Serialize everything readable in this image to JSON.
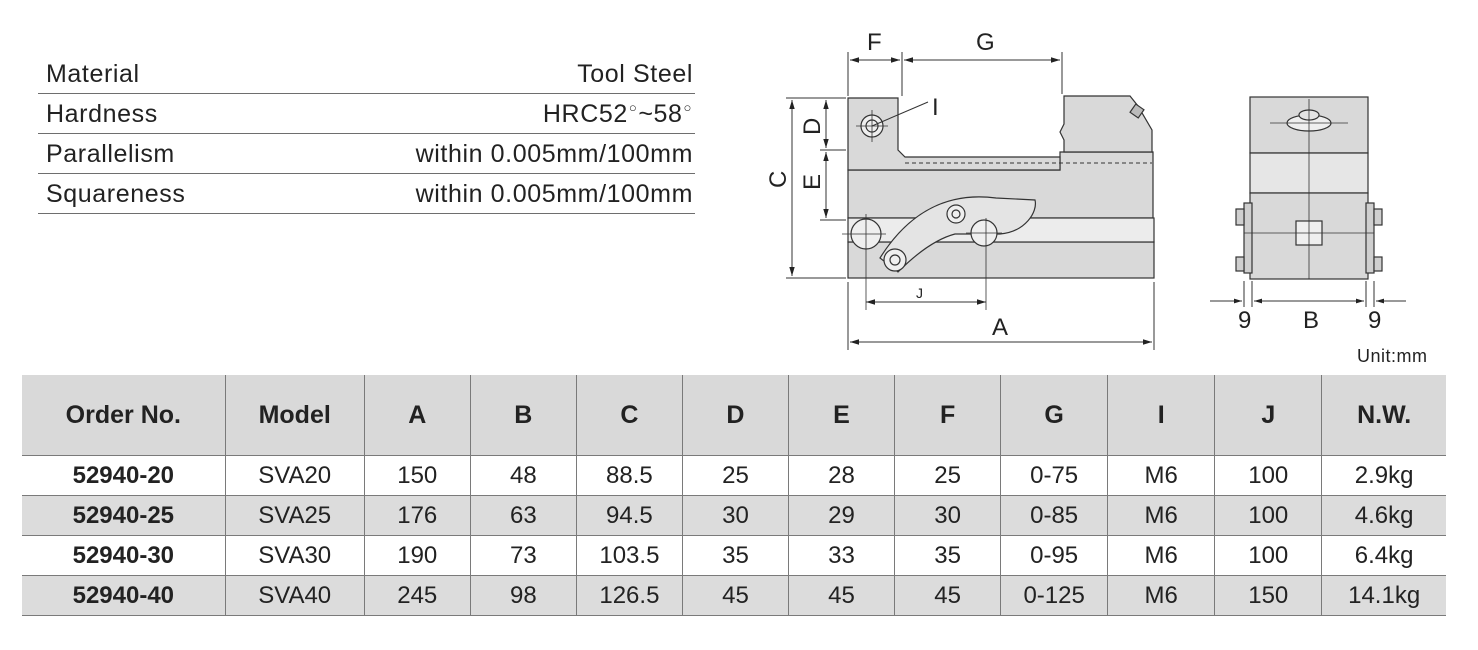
{
  "specs": [
    {
      "label": "Material",
      "value": "Tool Steel"
    },
    {
      "label": "Hardness",
      "value_prefix": "HRC52",
      "value_mid": "~58"
    },
    {
      "label": "Parallelism",
      "value": "within 0.005mm/100mm"
    },
    {
      "label": "Squareness",
      "value": "within 0.005mm/100mm"
    }
  ],
  "drawing": {
    "labels": {
      "A": "A",
      "B": "B",
      "C": "C",
      "D": "D",
      "E": "E",
      "F": "F",
      "G": "G",
      "I": "I",
      "J": "J",
      "side": "9"
    }
  },
  "unit": "Unit:mm",
  "table": {
    "headers": [
      "Order No.",
      "Model",
      "A",
      "B",
      "C",
      "D",
      "E",
      "F",
      "G",
      "I",
      "J",
      "N.W."
    ],
    "rows": [
      [
        "52940-20",
        "SVA20",
        "150",
        "48",
        "88.5",
        "25",
        "28",
        "25",
        "0-75",
        "M6",
        "100",
        "2.9kg"
      ],
      [
        "52940-25",
        "SVA25",
        "176",
        "63",
        "94.5",
        "30",
        "29",
        "30",
        "0-85",
        "M6",
        "100",
        "4.6kg"
      ],
      [
        "52940-30",
        "SVA30",
        "190",
        "73",
        "103.5",
        "35",
        "33",
        "35",
        "0-95",
        "M6",
        "100",
        "6.4kg"
      ],
      [
        "52940-40",
        "SVA40",
        "245",
        "98",
        "126.5",
        "45",
        "45",
        "45",
        "0-125",
        "M6",
        "150",
        "14.1kg"
      ]
    ]
  }
}
